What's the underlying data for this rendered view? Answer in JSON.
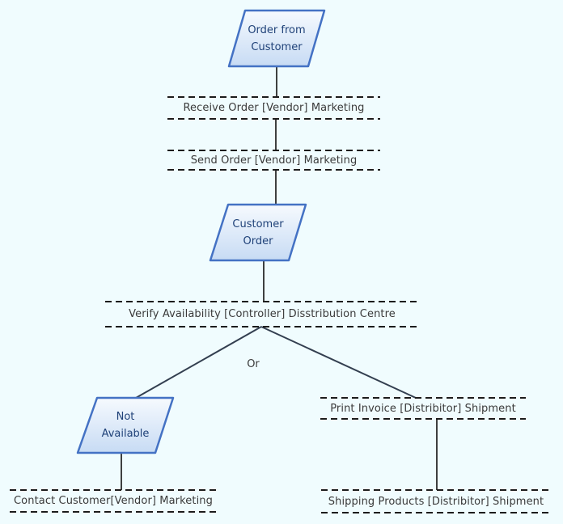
{
  "diagram": {
    "nodes": [
      {
        "id": "order-from-customer",
        "line1": "Order from",
        "line2": "Customer"
      },
      {
        "id": "customer-order",
        "line1": "Customer",
        "line2": "Order"
      },
      {
        "id": "not-available",
        "line1": "Not",
        "line2": "Available"
      }
    ],
    "activities": [
      {
        "id": "receive-order",
        "label": "Receive Order [Vendor] Marketing"
      },
      {
        "id": "send-order",
        "label": "Send Order [Vendor] Marketing"
      },
      {
        "id": "verify-availability",
        "label": "Verify Availability [Controller] Disstribution Centre"
      },
      {
        "id": "print-invoice",
        "label": "Print Invoice [Distribitor] Shipment"
      },
      {
        "id": "contact-customer",
        "label": "Contact Customer[Vendor] Marketing"
      },
      {
        "id": "shipping-products",
        "label": "Shipping Products [Distribitor] Shipment"
      }
    ],
    "gateway_label": "Or",
    "colors": {
      "background": "#F0FCFE",
      "shape_border": "#4472C4",
      "shape_fill_top": "#F6FAFE",
      "shape_fill_bottom": "#C7DBF4",
      "shape_text": "#1F4178",
      "label_text": "#3A3A3A",
      "line": "#2A2A2A",
      "branch_line": "#333F50",
      "dashed_line": "#1C1C1C"
    }
  }
}
